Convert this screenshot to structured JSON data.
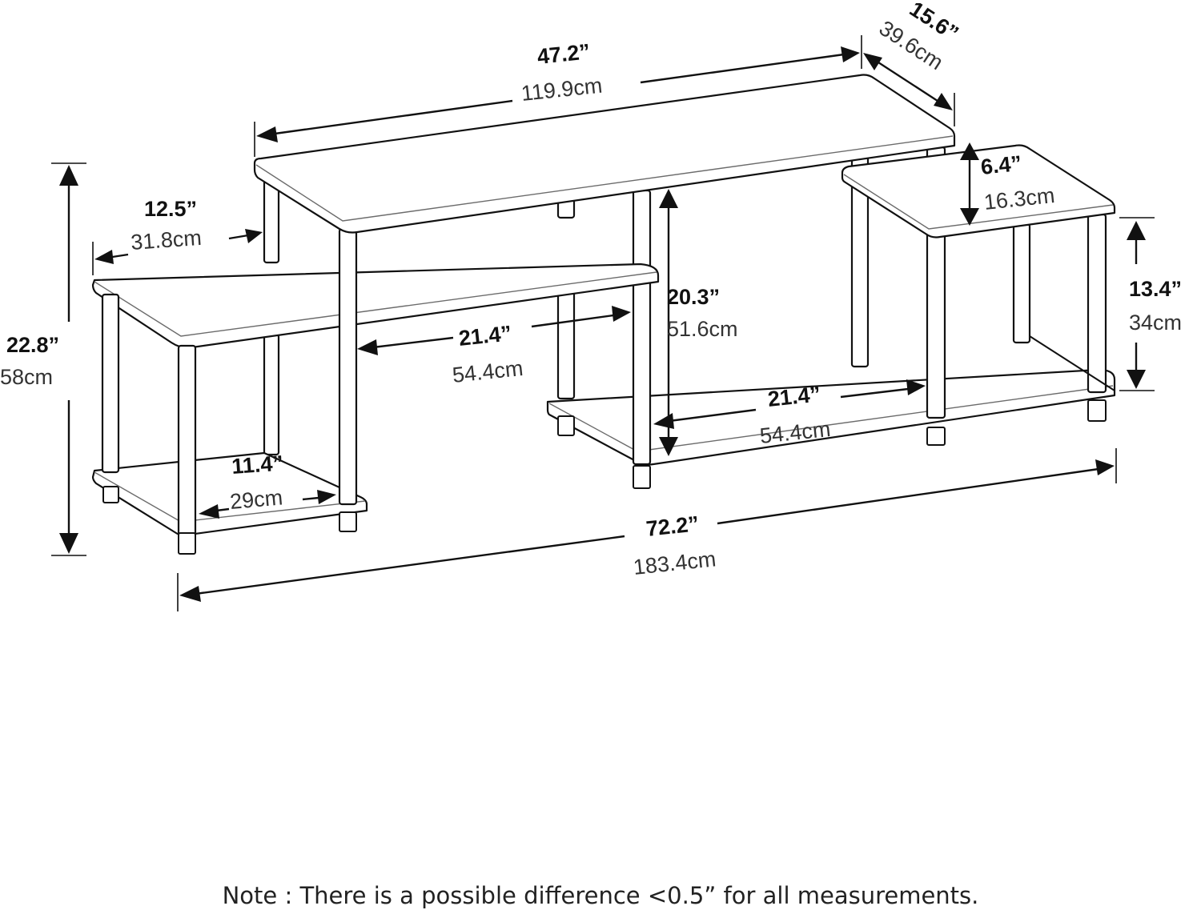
{
  "dimensions": {
    "top_width": {
      "inch": "47.2”",
      "cm": "119.9cm"
    },
    "top_depth": {
      "inch": "15.6”",
      "cm": "39.6cm"
    },
    "side_height": {
      "inch": "6.4”",
      "cm": "16.3cm"
    },
    "side_clearance": {
      "inch": "13.4”",
      "cm": "34cm"
    },
    "total_height": {
      "inch": "22.8”",
      "cm": "58cm"
    },
    "left_depth": {
      "inch": "12.5”",
      "cm": "31.8cm"
    },
    "middle_width": {
      "inch": "21.4”",
      "cm": "54.4cm"
    },
    "center_height": {
      "inch": "20.3”",
      "cm": "51.6cm"
    },
    "lower_width": {
      "inch": "21.4”",
      "cm": "54.4cm"
    },
    "left_shelf_width": {
      "inch": "11.4”",
      "cm": "29cm"
    },
    "total_width": {
      "inch": "72.2”",
      "cm": "183.4cm"
    }
  },
  "note": "Note : There is a possible difference <0.5” for all measurements."
}
